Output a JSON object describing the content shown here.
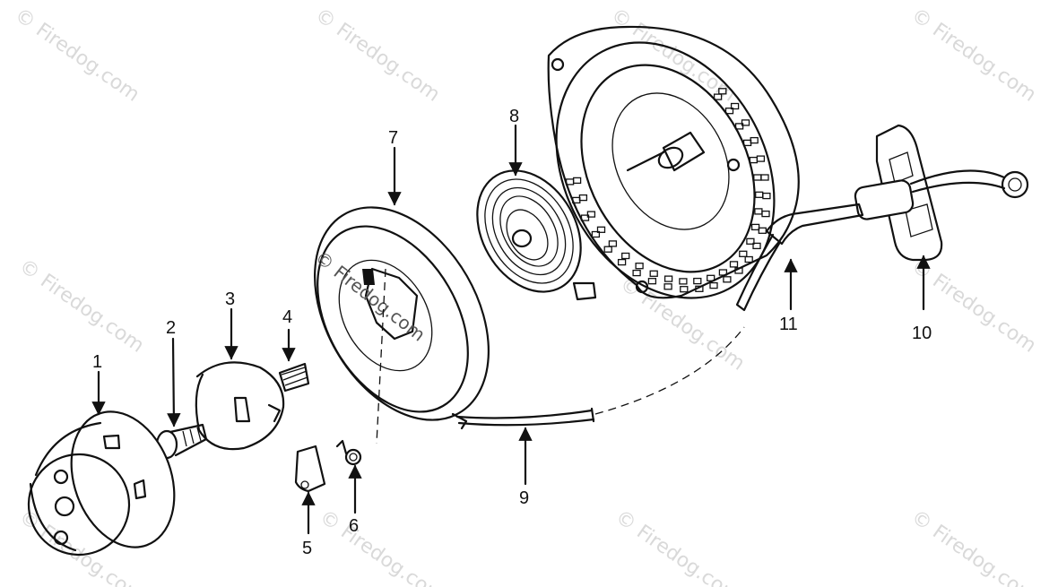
{
  "watermark": "© Firedog.com",
  "callouts": [
    "1",
    "2",
    "3",
    "4",
    "5",
    "6",
    "7",
    "8",
    "9",
    "10",
    "11"
  ],
  "colors": {
    "ink": "#111111",
    "background": "#ffffff",
    "watermark": "#d9d9d9"
  }
}
